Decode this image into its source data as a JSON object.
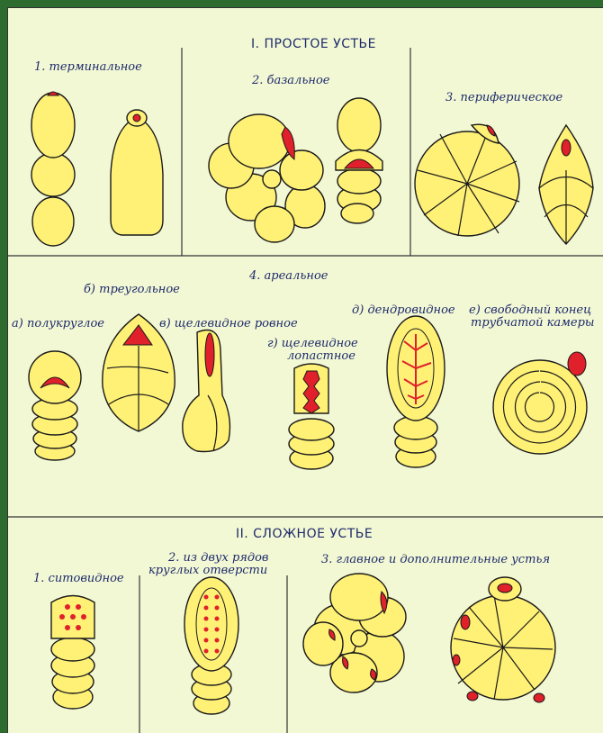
{
  "section1": {
    "title": "I. ПРОСТОЕ УСТЬЕ",
    "terminal": "1. терминальное",
    "basal": "2. базальное",
    "peripheral": "3. периферическое"
  },
  "section_areal": {
    "title": "4. ареальное",
    "a": "а) полукруглое",
    "b": "б) треугольное",
    "v": "в) щелевидное ровное",
    "g1": "г) щелевидное",
    "g2": "лопастное",
    "d": "д) дендровидное",
    "e1": "е) свободный конец",
    "e2": "трубчатой камеры"
  },
  "section2": {
    "title": "II. СЛОЖНОЕ УСТЬЕ",
    "sieve": "1. ситовидное",
    "two_rows_1": "2. из двух рядов",
    "two_rows_2": "круглых отверсти",
    "main_extra": "3. главное и дополнительные устья"
  },
  "colors": {
    "shell_fill": "#fff176",
    "aperture": "#e0202a",
    "label_text": "#1d2a6b",
    "background": "#f3f8d4",
    "frame": "#2e6b2e"
  }
}
